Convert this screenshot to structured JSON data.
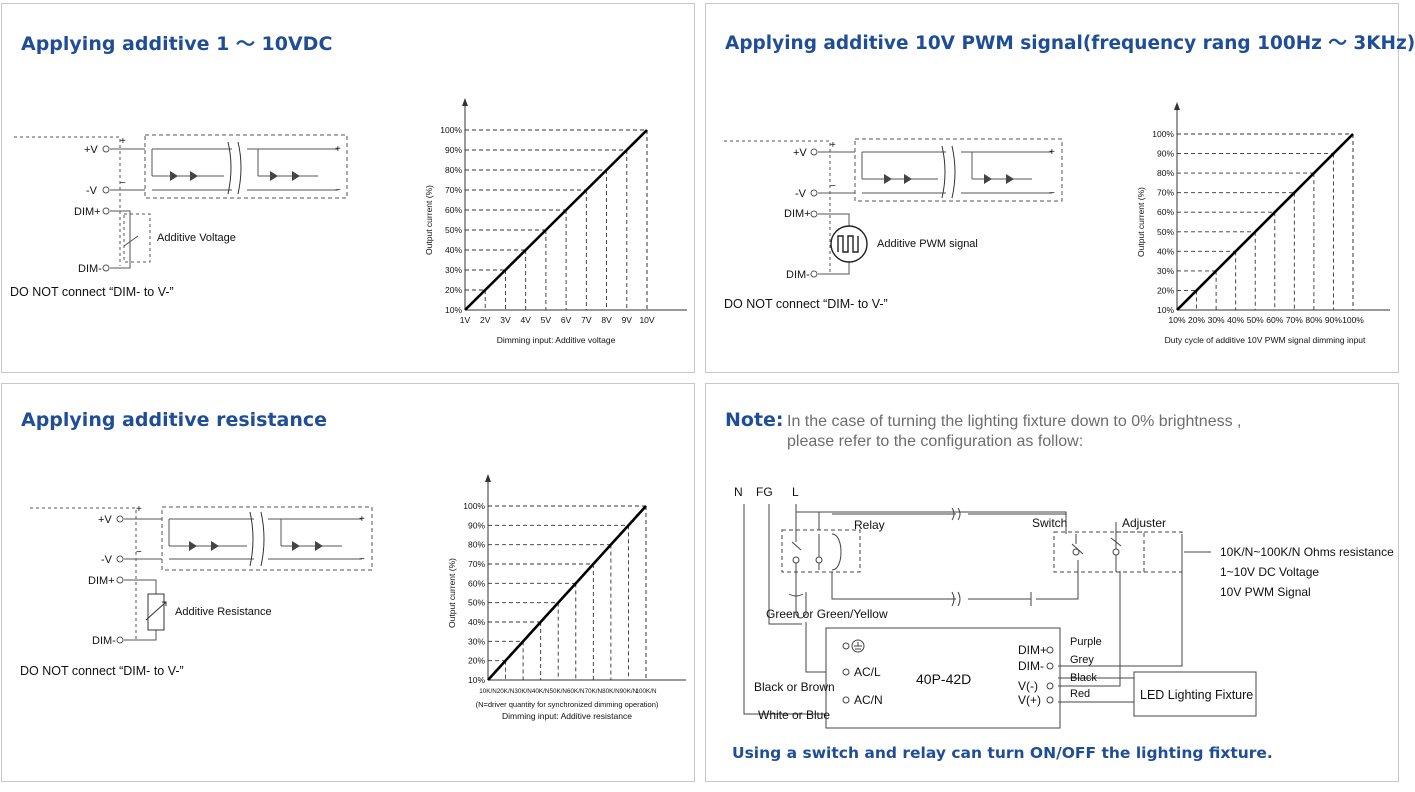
{
  "panel1": {
    "title": "Applying additive 1 ～ 10VDC",
    "labels": {
      "vplus": "+V",
      "vminus": "-V",
      "dimplus": "DIM+",
      "dimminus": "DIM-",
      "plus": "+",
      "minus": "−",
      "source": "Additive Voltage",
      "warning": "DO NOT connect “DIM- to V-”"
    }
  },
  "panel2": {
    "title": "Applying additive 10V PWM signal(frequency rang 100Hz ～ 3KHz)",
    "labels": {
      "vplus": "+V",
      "vminus": "-V",
      "dimplus": "DIM+",
      "dimminus": "DIM-",
      "plus": "+",
      "minus": "−",
      "source": "Additive PWM signal",
      "warning": "DO NOT connect “DIM- to V-”"
    }
  },
  "panel3": {
    "title": "Applying additive resistance",
    "labels": {
      "vplus": "+V",
      "vminus": "-V",
      "dimplus": "DIM+",
      "dimminus": "DIM-",
      "plus": "+",
      "minus": "−",
      "source": "Additive Resistance",
      "warning": "DO NOT connect “DIM- to V-”"
    }
  },
  "panel4": {
    "note_label": "Note:",
    "note_line1": "In the case of turning the lighting fixture down to 0% brightness ,",
    "note_line2": "please refer to the configuration as follow:",
    "wiring": {
      "n": "N",
      "fg": "FG",
      "l": "L",
      "relay": "Relay",
      "switch": "Switch",
      "adjuster": "Adjuster",
      "adjuster_opts": [
        "10K/N~100K/N Ohms resistance",
        "1~10V DC Voltage",
        "10V PWM Signal"
      ],
      "green": "Green or Green/Yellow",
      "black_brown": "Black or Brown",
      "white_blue": "White or Blue",
      "acl": "AC/L",
      "acn": "AC/N",
      "model": "40P-42D",
      "dimp": "DIM+",
      "dimm": "DIM-",
      "vneg": "V(-)",
      "vpos": "V(+)",
      "purple": "Purple",
      "grey": "Grey",
      "black": "Black",
      "red": "Red",
      "fixture": "LED Lighting Fixture"
    },
    "footer": "Using a switch and relay can turn ON/OFF the lighting fixture."
  },
  "chart_data": [
    {
      "type": "line",
      "ylabel": "Output current (%)",
      "xlabel": "Dimming input: Additive voltage",
      "x": [
        "1V",
        "2V",
        "3V",
        "4V",
        "5V",
        "6V",
        "7V",
        "8V",
        "9V",
        "10V"
      ],
      "y": [
        10,
        20,
        30,
        40,
        50,
        60,
        70,
        80,
        90,
        100
      ],
      "yticks": [
        "10%",
        "20%",
        "30%",
        "40%",
        "50%",
        "60%",
        "70%",
        "80%",
        "90%",
        "100%"
      ],
      "ylim": [
        10,
        100
      ]
    },
    {
      "type": "line",
      "ylabel": "Output current (%)",
      "xlabel": "Duty cycle of additive 10V PWM signal dimming input",
      "x": [
        "10%",
        "20%",
        "30%",
        "40%",
        "50%",
        "60%",
        "70%",
        "80%",
        "90%",
        "100%"
      ],
      "y": [
        10,
        20,
        30,
        40,
        50,
        60,
        70,
        80,
        90,
        100
      ],
      "yticks": [
        "10%",
        "20%",
        "30%",
        "40%",
        "50%",
        "60%",
        "70%",
        "80%",
        "90%",
        "100%"
      ],
      "ylim": [
        10,
        100
      ]
    },
    {
      "type": "line",
      "ylabel": "Output current (%)",
      "xlabel": "Dimming input: Additive resistance",
      "note": "(N=driver quantity for synchronized dimming operation)",
      "x": [
        "10K/N",
        "20K/N",
        "30K/N",
        "40K/N",
        "50K/N",
        "60K/N",
        "70K/N",
        "80K/N",
        "90K/N",
        "100K/N"
      ],
      "y": [
        10,
        20,
        30,
        40,
        50,
        60,
        70,
        80,
        90,
        100
      ],
      "yticks": [
        "10%",
        "20%",
        "30%",
        "40%",
        "50%",
        "60%",
        "70%",
        "80%",
        "90%",
        "100%"
      ],
      "ylim": [
        10,
        100
      ]
    }
  ]
}
